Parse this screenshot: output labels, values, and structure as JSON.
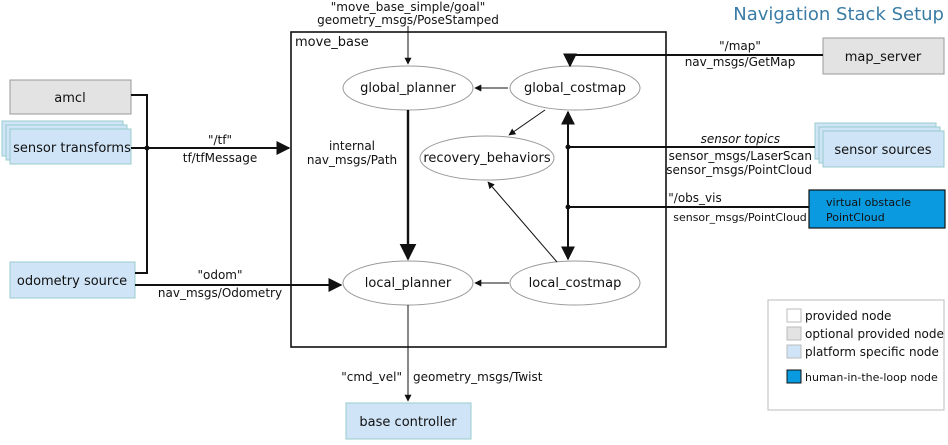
{
  "title": "Navigation Stack Setup",
  "container_label": "move_base",
  "nodes": {
    "amcl": "amcl",
    "sensor_transforms": "sensor transforms",
    "odometry_source": "odometry source",
    "map_server": "map_server",
    "sensor_sources": "sensor sources",
    "virtual_obstacle": [
      "virtual obstacle",
      "PointCloud"
    ],
    "base_controller": "base controller",
    "global_planner": "global_planner",
    "global_costmap": "global_costmap",
    "recovery_behaviors": "recovery_behaviors",
    "local_planner": "local_planner",
    "local_costmap": "local_costmap"
  },
  "edge_labels": {
    "goal_topic": "\"move_base_simple/goal\"",
    "goal_type": "geometry_msgs/PoseStamped",
    "map_topic": "\"/map\"",
    "map_type": "nav_msgs/GetMap",
    "tf_topic": "\"/tf\"",
    "tf_type": "tf/tfMessage",
    "internal_1": "internal",
    "internal_2": "nav_msgs/Path",
    "sensor_topics": "sensor topics",
    "laserscan": "sensor_msgs/LaserScan",
    "pointcloud": "sensor_msgs/PointCloud",
    "obs_vis_topic": "\"/obs_vis",
    "obs_vis_type": "sensor_msgs/PointCloud",
    "odom_topic": "\"odom\"",
    "odom_type": "nav_msgs/Odometry",
    "cmd_vel_topic": "\"cmd_vel\"",
    "cmd_vel_type": "geometry_msgs/Twist"
  },
  "legend": [
    {
      "label": "provided node",
      "color": "#ffffff"
    },
    {
      "label": "optional provided node",
      "color": "#e3e3e3"
    },
    {
      "label": "platform specific node",
      "color": "#cfe4f7"
    },
    {
      "label": "human-in-the-loop node",
      "color": "#0a9ae0"
    }
  ],
  "colors": {
    "optional": "#e3e3e3",
    "platform": "#cfe4f7",
    "human": "#0a9ae0",
    "title": "#3a7ca5"
  }
}
